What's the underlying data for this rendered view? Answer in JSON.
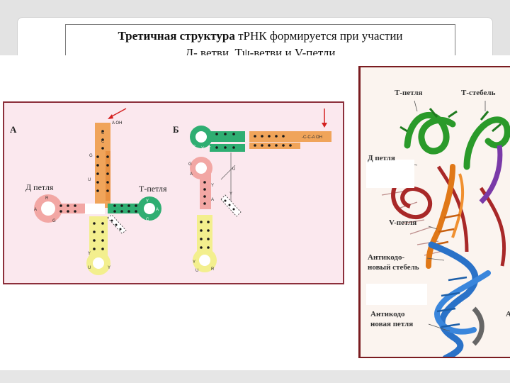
{
  "slide": {
    "title_line1_bold": "Третичная  структура",
    "title_line1_rest": " тРНК  формируется при участии",
    "title_line2": "Д- ветви,  Тψ-ветви и V-петли"
  },
  "left_panel": {
    "label_a": "А",
    "label_b": "Б",
    "d_loop": "Д петля",
    "t_loop": "Т-петля",
    "acceptor_end_a": "A OH",
    "acceptor_end_b": "-C-C-A OH",
    "colors": {
      "acceptor": "#f0a45a",
      "d_arm": "#f2a7a4",
      "t_arm": "#2fae72",
      "anticodon": "#f3ef8e",
      "arrow": "#d42020"
    }
  },
  "right_panel": {
    "t_loop": "Т-петля",
    "t_stem": "Т-стебель",
    "d_loop": "Д петля",
    "v_loop": "V-петля",
    "anticodon_stem_1": "Антикодо-",
    "anticodon_stem_2": "новый стебель",
    "anticodon_loop_1": "Антикодо",
    "anticodon_loop_2": "новая петля",
    "cut_label": "А",
    "colors": {
      "green": "#2a9a2a",
      "red": "#a82828",
      "orange": "#e07818",
      "blue": "#2a72c8",
      "purple": "#7a3aa8",
      "gray": "#666666"
    }
  }
}
